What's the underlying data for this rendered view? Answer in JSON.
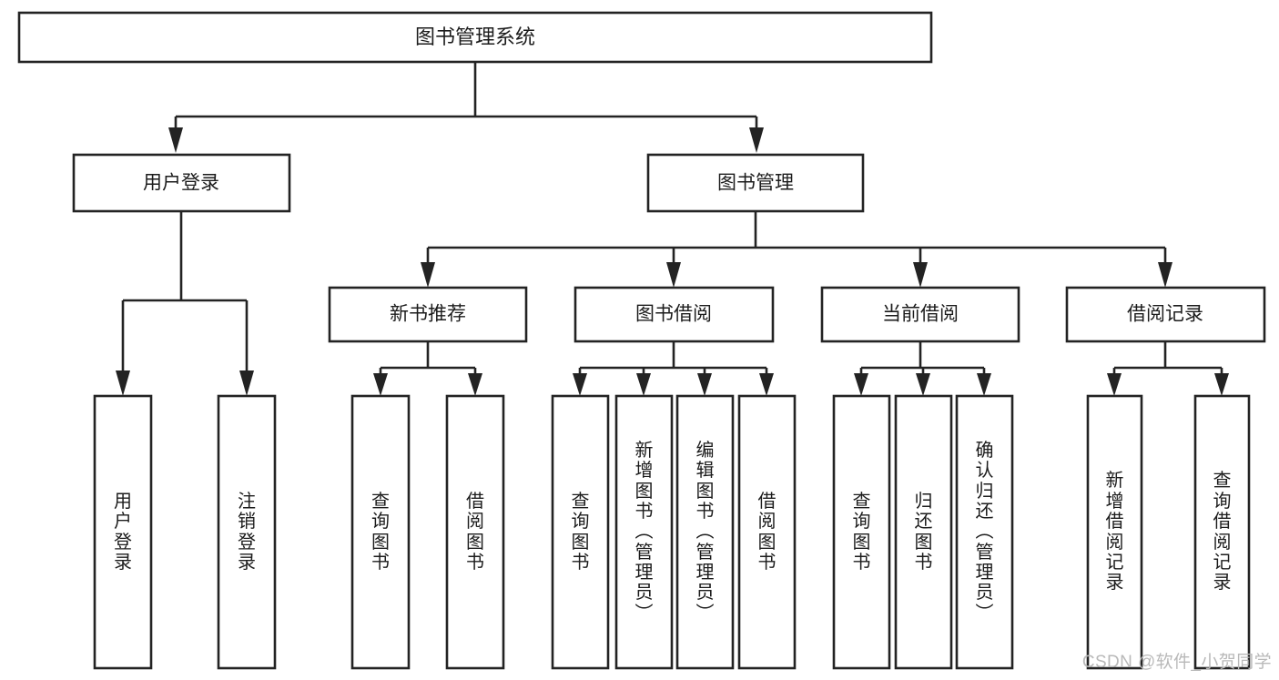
{
  "diagram": {
    "type": "tree-hierarchy",
    "title": "图书管理系统",
    "watermark": "CSDN @软件_小贺同学",
    "colors": {
      "stroke": "#232323",
      "fill": "#ffffff",
      "text": "#1c1c1c",
      "watermark": "#b9b9b9",
      "background": "#ffffff"
    },
    "root": {
      "label": "图书管理系统"
    },
    "level2": [
      {
        "label": "用户登录"
      },
      {
        "label": "图书管理"
      }
    ],
    "level3": [
      {
        "label": "新书推荐"
      },
      {
        "label": "图书借阅"
      },
      {
        "label": "当前借阅"
      },
      {
        "label": "借阅记录"
      }
    ],
    "leaves": {
      "user_login": [
        {
          "label": "用户登录"
        },
        {
          "label": "注销登录"
        }
      ],
      "new_book_recommend": [
        {
          "label": "查询图书"
        },
        {
          "label": "借阅图书"
        }
      ],
      "book_borrow": [
        {
          "label": "查询图书"
        },
        {
          "label": "新增图书（管理员）"
        },
        {
          "label": "编辑图书（管理员）"
        },
        {
          "label": "借阅图书"
        }
      ],
      "current_borrow": [
        {
          "label": "查询图书"
        },
        {
          "label": "归还图书"
        },
        {
          "label": "确认归还（管理员）"
        }
      ],
      "borrow_record": [
        {
          "label": "新增借阅记录"
        },
        {
          "label": "查询借阅记录"
        }
      ]
    }
  }
}
